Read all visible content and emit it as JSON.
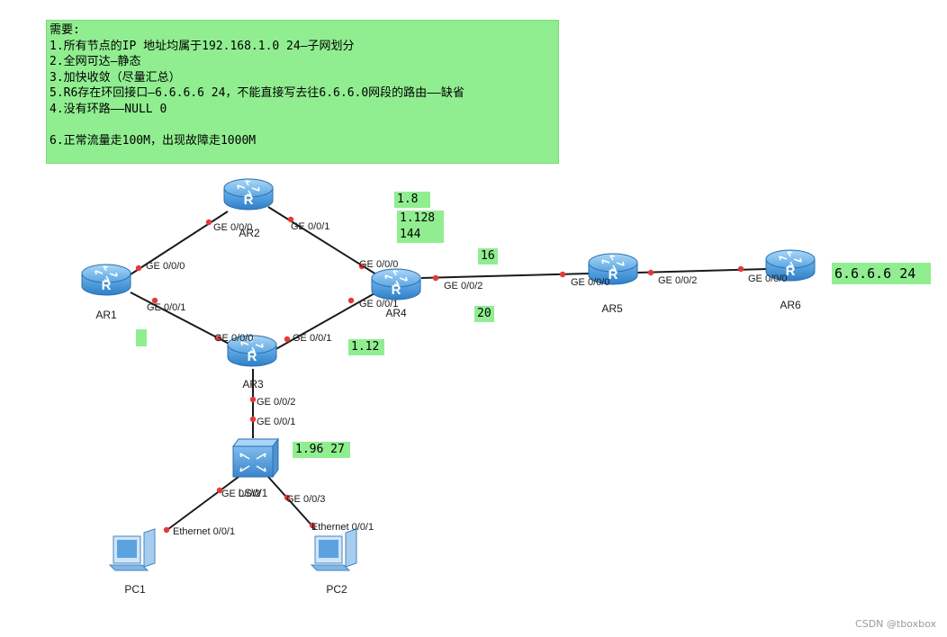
{
  "requirements": {
    "lines": [
      "需要:",
      "1.所有节点的IP 地址均属于192.168.1.0 24—子网划分",
      "2.全网可达—静态",
      "3.加快收敛（尽量汇总）",
      "5.R6存在环回接口—6.6.6.6 24，不能直接写去往6.6.6.0网段的路由——缺省",
      "4.没有环路——NULL 0",
      "",
      "6.正常流量走100M，出现故障走1000M"
    ]
  },
  "notes": {
    "n1": "1.8",
    "n2": "1.128",
    "n3": "144",
    "n4": "16",
    "n5": "20",
    "n6": "1.12",
    "n7": "1.96 27",
    "n8": "6.6.6.6 24",
    "n9": ""
  },
  "devices": {
    "ar1": "AR1",
    "ar2": "AR2",
    "ar3": "AR3",
    "ar4": "AR4",
    "ar5": "AR5",
    "ar6": "AR6",
    "lsw1": "LSW1",
    "pc1": "PC1",
    "pc2": "PC2"
  },
  "ports": {
    "ar2_g000": "GE 0/0/0",
    "ar2_g001": "GE 0/0/1",
    "ar1_g000": "GE 0/0/0",
    "ar1_g001": "GE 0/0/1",
    "ar4_g000": "GE 0/0/0",
    "ar4_g001": "GE 0/0/1",
    "ar4_g002": "GE 0/0/2",
    "ar3_g000": "GE 0/0/0",
    "ar3_g001": "GE 0/0/1",
    "ar3_g002": "GE 0/0/2",
    "lsw_g001": "GE 0/0/1",
    "lsw_g002": "GE 0/0/2",
    "lsw_g003": "GE 0/0/3",
    "ar5_g000": "GE 0/0/0",
    "ar5_g002": "GE 0/0/2",
    "ar6_g000": "GE 0/0/0",
    "pc1_eth": "Ethernet 0/0/1",
    "pc2_eth": "Ethernet 0/0/1"
  },
  "colors": {
    "note_bg": "#90ee90",
    "router_body": "#3e8fd6",
    "link": "#1a1a1a",
    "port_dot": "#e23a3a"
  },
  "watermark": "CSDN @tboxbox"
}
